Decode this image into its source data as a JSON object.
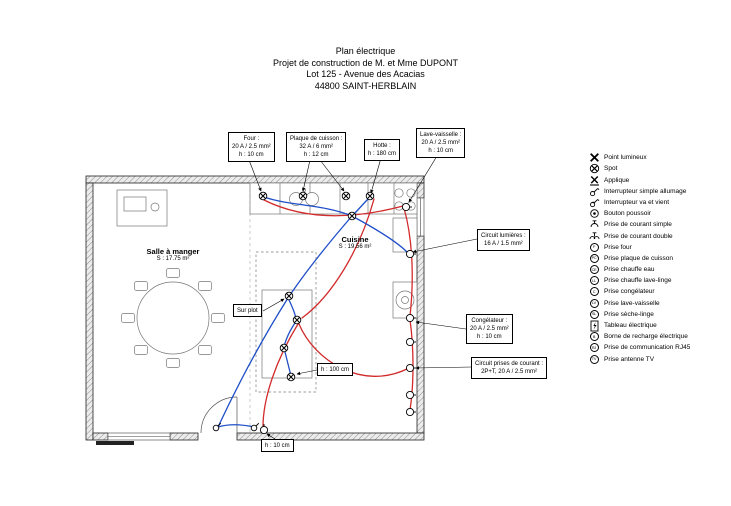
{
  "title": {
    "line1": "Plan électrique",
    "line2": "Projet de construction de M. et Mme DUPONT",
    "line3": "Lot 125 - Avenue des Acacias",
    "line4": "44800 SAINT-HERBLAIN"
  },
  "rooms": {
    "salle_a_manger": {
      "name": "Salle à manger",
      "area": "S : 17.75 m²"
    },
    "cuisine": {
      "name": "Cuisine",
      "area": "S : 19.56 m²"
    }
  },
  "callouts": {
    "four": {
      "l1": "Four :",
      "l2": "20 A / 2.5 mm²",
      "l3": "h : 10 cm"
    },
    "plaque": {
      "l1": "Plaque de cuisson :",
      "l2": "32 A / 6 mm²",
      "l3": "h : 12 cm"
    },
    "hotte": {
      "l1": "Hotte :",
      "l2": "h : 180 cm"
    },
    "lave_vaisselle": {
      "l1": "Lave-vaisselle :",
      "l2": "20 A / 2.5 mm²",
      "l3": "h : 10 cm"
    },
    "circuit_lumieres": {
      "l1": "Circuit lumières :",
      "l2": "16 A / 1.5 mm²"
    },
    "sur_plot": {
      "l1": "Sur plot"
    },
    "congelateur": {
      "l1": "Congélateur :",
      "l2": "20 A / 2.5 mm²",
      "l3": "h : 10 cm"
    },
    "h100": {
      "l1": "h : 100 cm"
    },
    "circuit_prises": {
      "l1": "Circuit prises de courant :",
      "l2": "2P+T, 20 A / 2.5 mm²"
    },
    "h10": {
      "l1": "h : 10 cm"
    }
  },
  "legend": {
    "items": [
      {
        "label": "Point lumineux"
      },
      {
        "label": "Spot"
      },
      {
        "label": "Applique"
      },
      {
        "label": "Interrupteur simple allumage"
      },
      {
        "label": "Interrupteur va et vient"
      },
      {
        "label": "Bouton poussoir"
      },
      {
        "label": "Prise de courant simple"
      },
      {
        "label": "Prise de courant double"
      },
      {
        "label": "Prise four",
        "icon_text": "F"
      },
      {
        "label": "Prise plaque de cuisson",
        "icon_text": "PC"
      },
      {
        "label": "Prise chauffe eau",
        "icon_text": "CE"
      },
      {
        "label": "Prise chauffe lave-linge",
        "icon_text": "LL"
      },
      {
        "label": "Prise congélateur",
        "icon_text": "C"
      },
      {
        "label": "Prise lave-vaisselle",
        "icon_text": "LV"
      },
      {
        "label": "Prise sèche-linge",
        "icon_text": "SL"
      },
      {
        "label": "Tableau électrique"
      },
      {
        "label": "Borne de recharge électrique",
        "icon_text": "B"
      },
      {
        "label": "Prise de communication RJ45",
        "icon_text": "RJ"
      },
      {
        "label": "Prise antenne TV",
        "icon_text": "TV"
      }
    ]
  },
  "colors": {
    "lighting_circuit": "#1f4fc8",
    "power_circuit": "#d22b2b",
    "wall": "#000000"
  }
}
